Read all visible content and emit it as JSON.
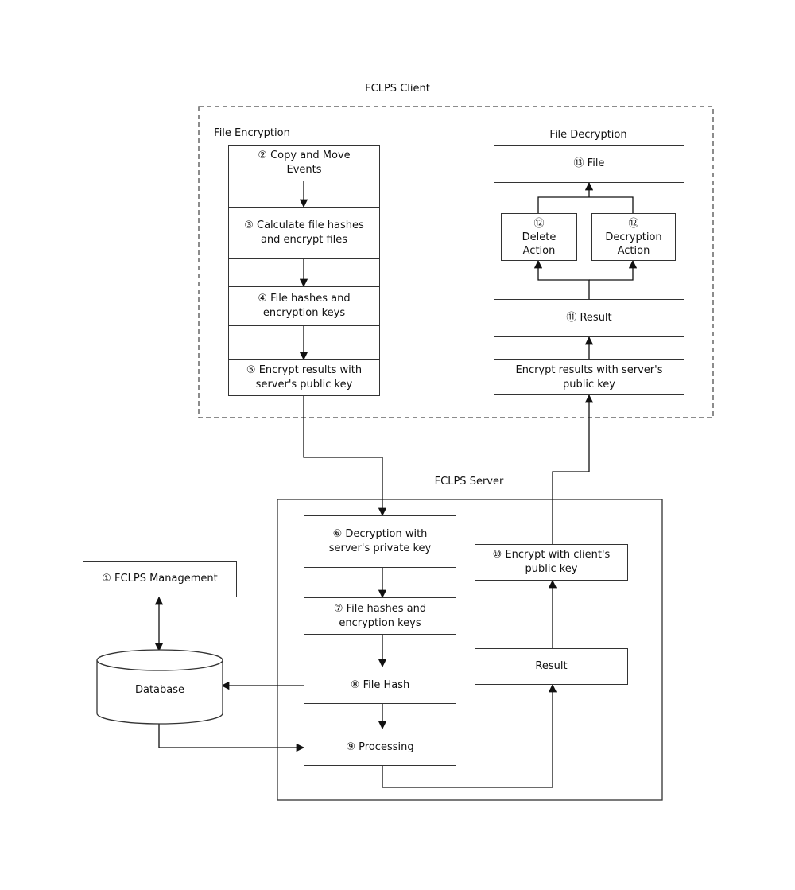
{
  "client": {
    "title": "FCLPS Client",
    "encryption_title": "File Encryption",
    "decryption_title": "File Decryption",
    "enc_steps": [
      "② Copy and Move\nEvents",
      "③ Calculate file hashes\nand encrypt files",
      "④ File hashes and\nencryption keys",
      "⑤ Encrypt results with\nserver's public key"
    ],
    "dec_file": "⑬ File",
    "dec_delete": "⑫\nDelete\nAction",
    "dec_decrypt": "⑫\nDecryption\nAction",
    "dec_result": "⑪ Result",
    "dec_encrypt": "Encrypt results with server's\npublic key"
  },
  "server": {
    "title": "FCLPS Server",
    "decrypt_step": "⑥ Decryption with\nserver's private key",
    "hashes_step": "⑦ File hashes and\nencryption keys",
    "hash_step": "⑧ File Hash",
    "processing_step": "⑨ Processing",
    "result_step": "Result",
    "encrypt_client_step": "⑩ Encrypt with client's\npublic key"
  },
  "management": "① FCLPS Management",
  "database": "Database"
}
